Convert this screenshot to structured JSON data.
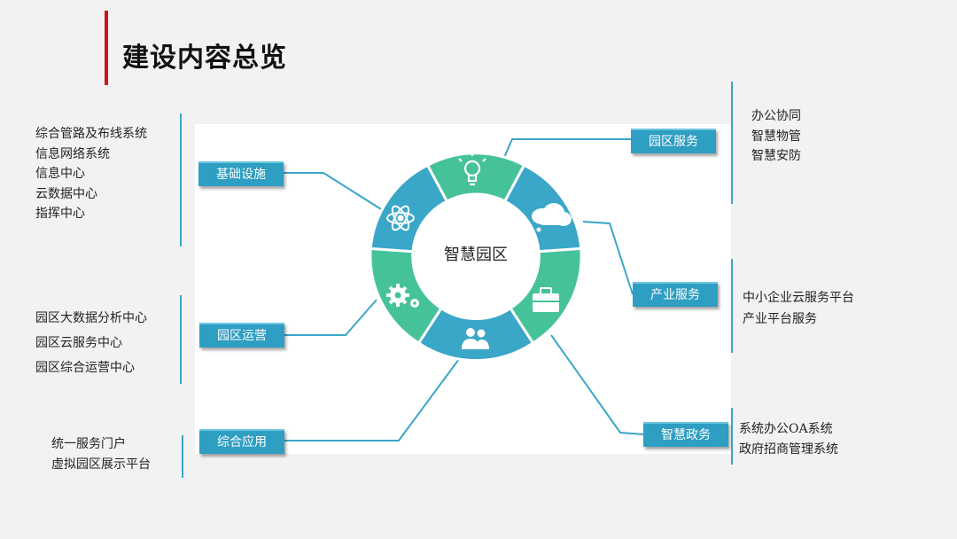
{
  "title": "建设内容总览",
  "center_label": "智慧园区",
  "colors": {
    "accent": "#c8161d",
    "blue": "#3aa6c8",
    "green": "#46c29a",
    "box": "#2e9ec2"
  },
  "categories": [
    {
      "label": "基础设施",
      "items": [
        "综合管路及布线系统",
        "信息网络系统",
        "信息中心",
        "云数据中心",
        "指挥中心"
      ]
    },
    {
      "label": "园区运营",
      "items": [
        "园区大数据分析中心",
        "园区云服务中心",
        "园区综合运营中心"
      ]
    },
    {
      "label": "综合应用",
      "items": [
        "统一服务门户",
        "虚拟园区展示平台"
      ]
    },
    {
      "label": "园区服务",
      "items": [
        "办公协同",
        "智慧物管",
        "智慧安防"
      ]
    },
    {
      "label": "产业服务",
      "items": [
        "中小企业云服务平台",
        "产业平台服务"
      ]
    },
    {
      "label": "智慧政务",
      "items": [
        "系统办公OA系统",
        "政府招商管理系统"
      ]
    }
  ],
  "segment_icons": [
    "lightbulb-icon",
    "cloud-icon",
    "briefcase-icon",
    "users-icon",
    "gears-icon",
    "atom-icon"
  ]
}
